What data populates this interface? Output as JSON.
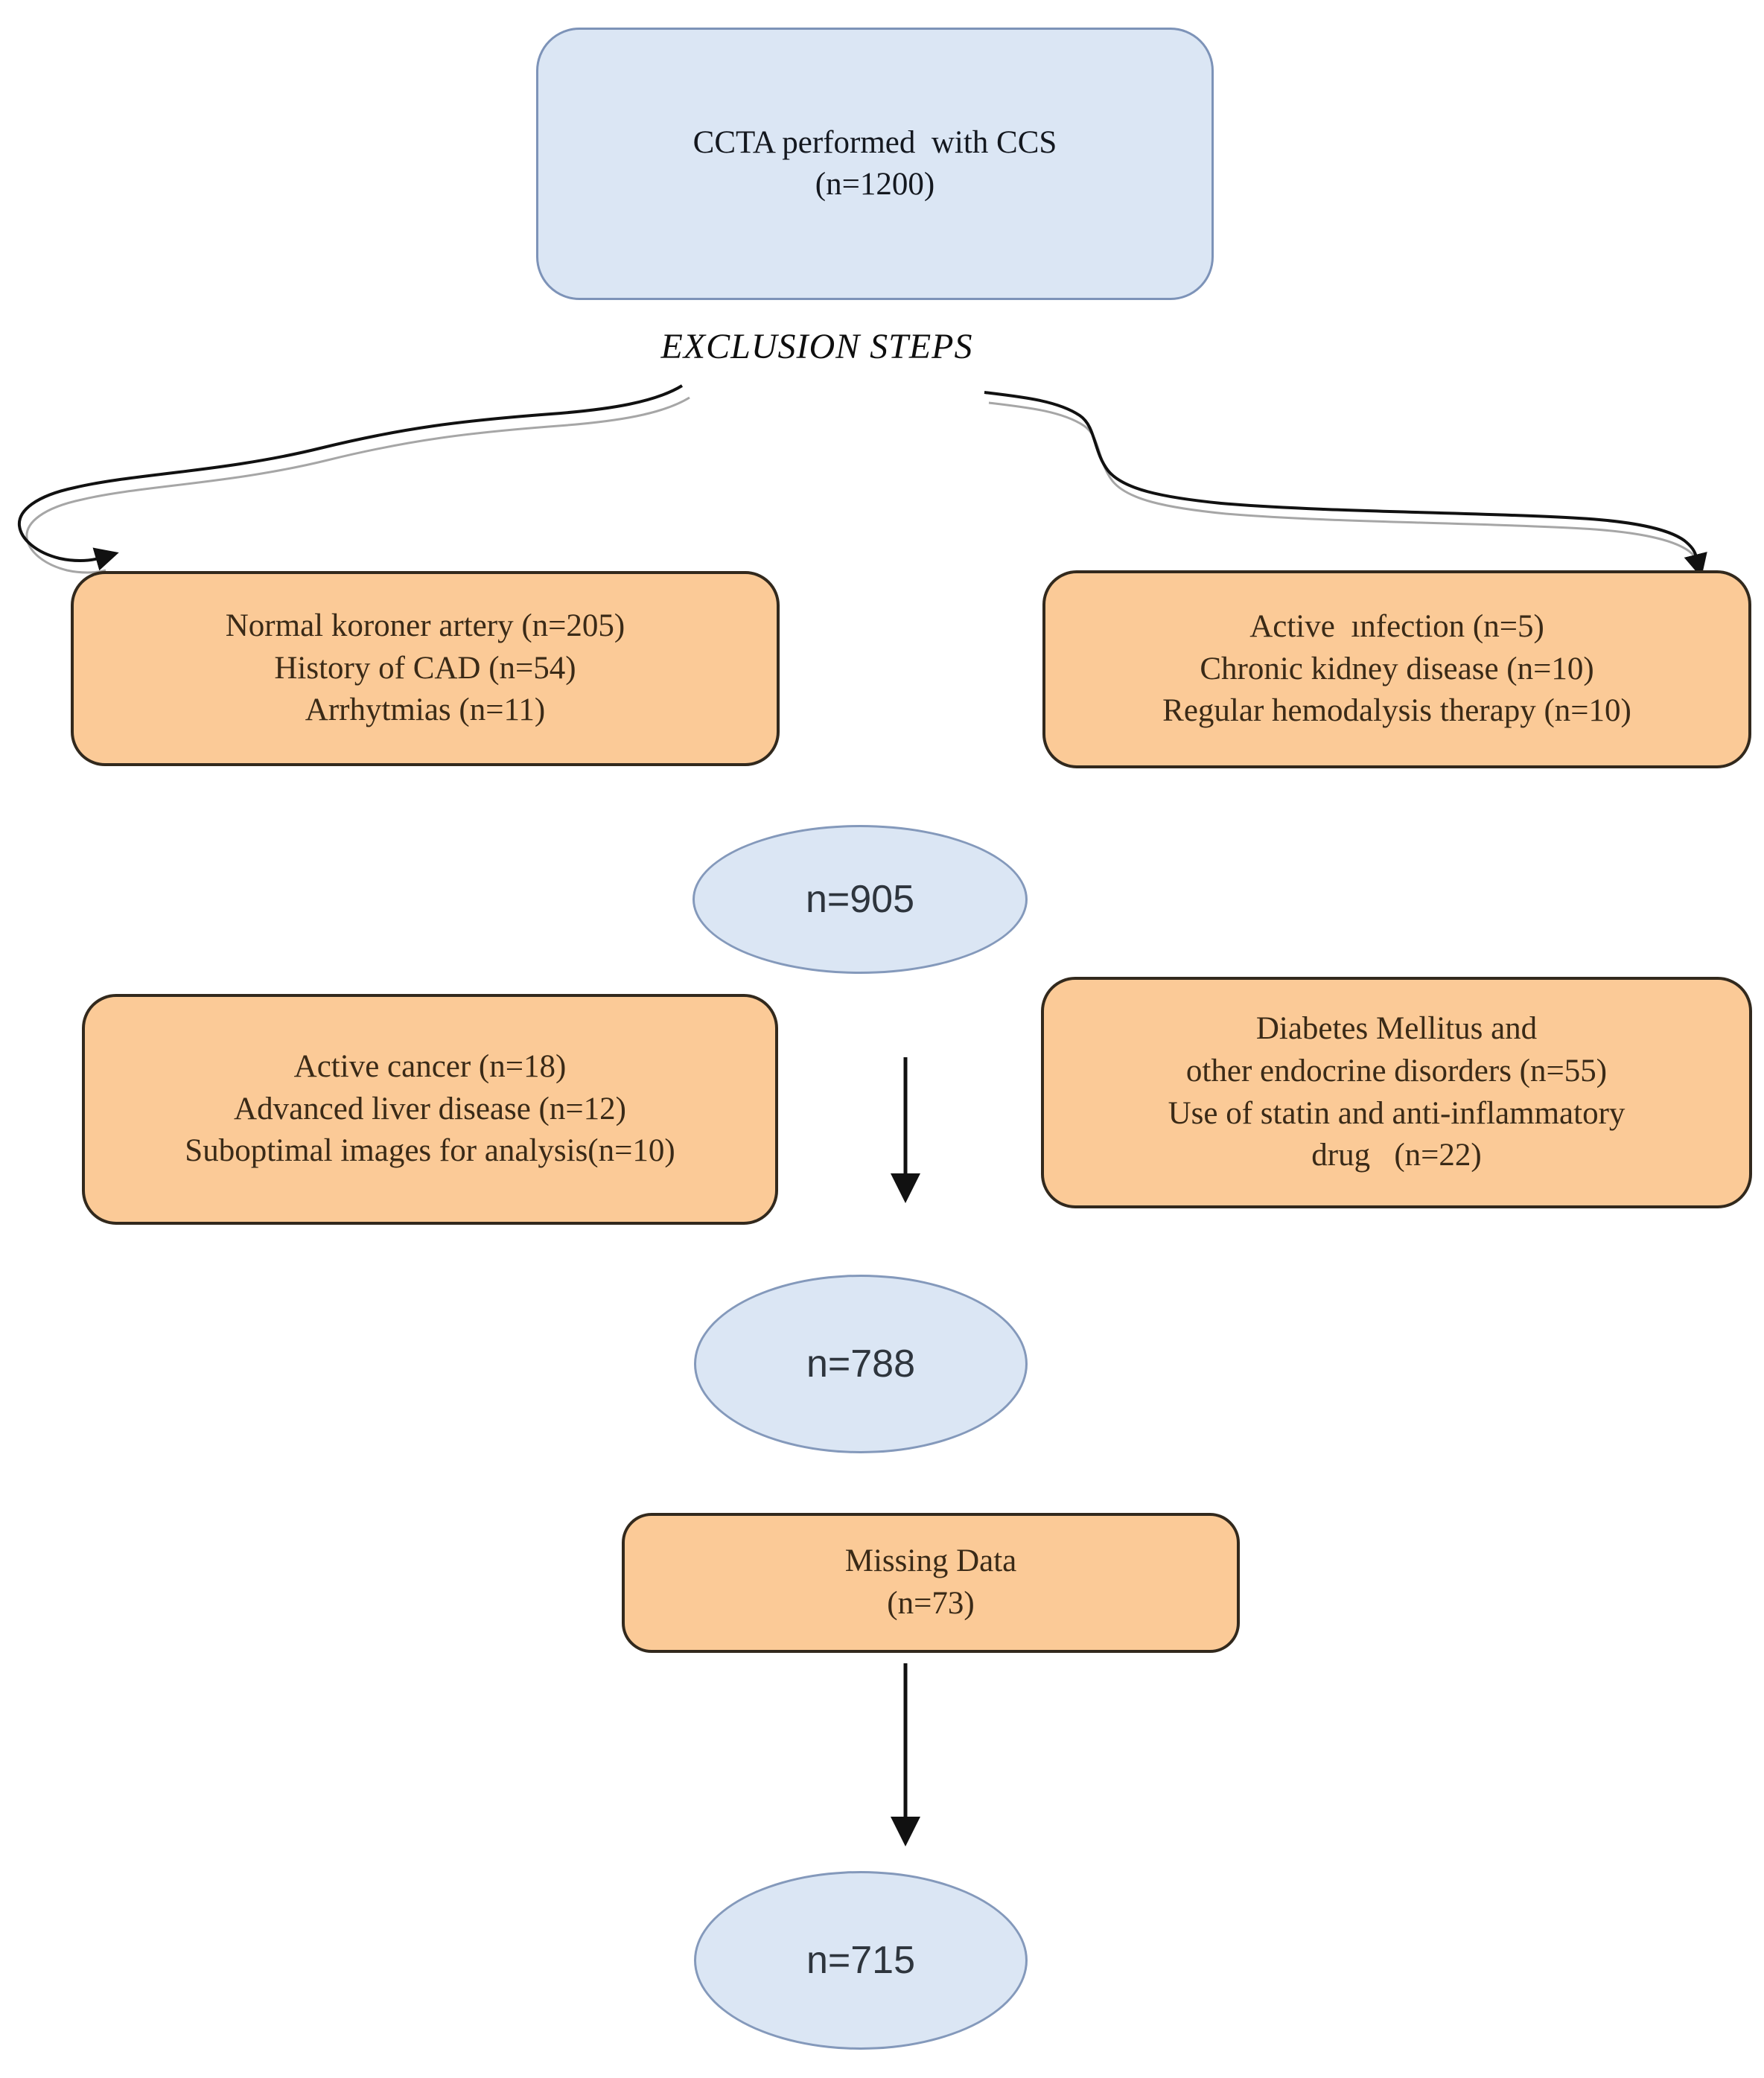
{
  "diagram": {
    "exclusion_label": "EXCLUSION STEPS",
    "top_box": {
      "lines": [
        "CCTA performed  with CCS",
        "(n=1200)"
      ]
    },
    "row1_left_box": {
      "lines": [
        "Normal koroner artery (n=205)",
        "History of CAD (n=54)",
        "Arrhytmias (n=11)"
      ]
    },
    "row1_right_box": {
      "lines": [
        "Active  ınfection (n=5)",
        "Chronic kidney disease (n=10)",
        "Regular hemodalysis therapy (n=10)"
      ]
    },
    "count_905": "n=905",
    "row2_left_box": {
      "lines": [
        "Active cancer (n=18)",
        "Advanced liver disease (n=12)",
        "Suboptimal images for analysis(n=10)"
      ]
    },
    "row2_right_box": {
      "lines": [
        "Diabetes Mellitus and",
        "other endocrine disorders (n=55)",
        "Use of statin and anti-inflammatory",
        "drug   (n=22)"
      ]
    },
    "count_788": "n=788",
    "missing_data_box": {
      "lines": [
        "Missing Data",
        "(n=73)"
      ]
    },
    "count_715": "n=715"
  },
  "colors": {
    "blue_fill": "#dbe6f4",
    "blue_border": "#7d93b8",
    "orange_fill": "#fbca97",
    "orange_border": "#32291d",
    "orange_text": "#3a2a17",
    "arrow_black": "#111111",
    "arrow_echo": "#a6a6a6"
  }
}
